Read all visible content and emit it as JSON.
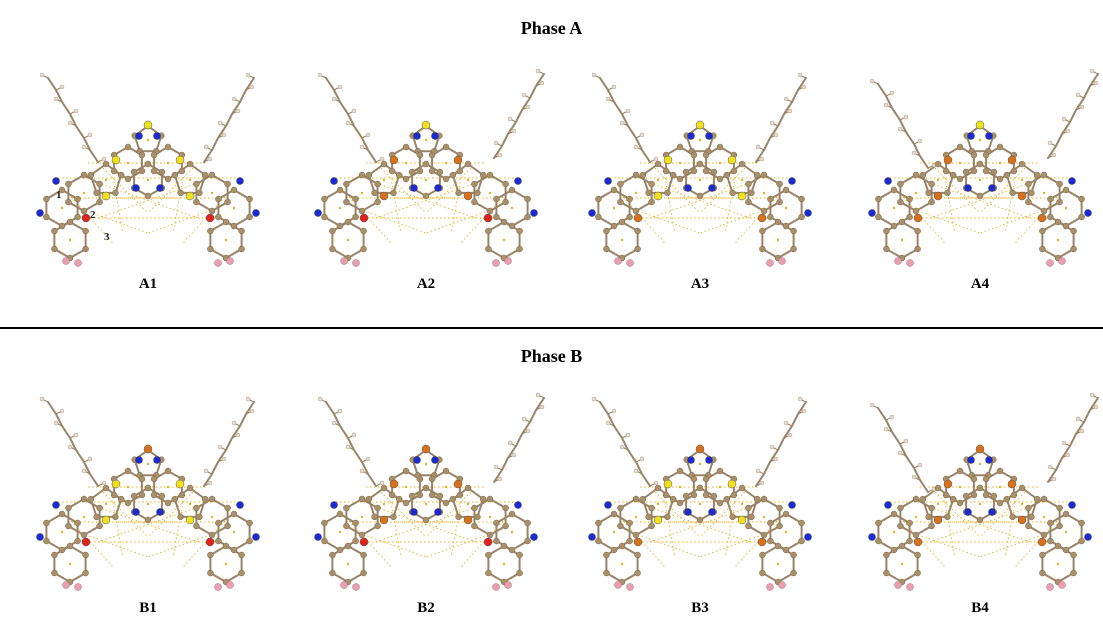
{
  "phases": [
    {
      "title": "Phase A",
      "panels": [
        {
          "label": "A1",
          "ring_atom": "S",
          "core_atom": "S",
          "side_atom": "O",
          "annotations": [
            "1",
            "2",
            "3"
          ]
        },
        {
          "label": "A2",
          "ring_atom": "S",
          "core_atom": "Se",
          "side_atom": "O"
        },
        {
          "label": "A3",
          "ring_atom": "S",
          "core_atom": "S",
          "side_atom": "Se"
        },
        {
          "label": "A4",
          "ring_atom": "S",
          "core_atom": "Se",
          "side_atom": "Se"
        }
      ]
    },
    {
      "title": "Phase B",
      "panels": [
        {
          "label": "B1",
          "ring_atom": "Se",
          "core_atom": "S",
          "side_atom": "O"
        },
        {
          "label": "B2",
          "ring_atom": "Se",
          "core_atom": "Se",
          "side_atom": "O"
        },
        {
          "label": "B3",
          "ring_atom": "Se",
          "core_atom": "S",
          "side_atom": "Se"
        },
        {
          "label": "B4",
          "ring_atom": "Se",
          "core_atom": "Se",
          "side_atom": "Se"
        }
      ]
    }
  ],
  "atom_colors": {
    "C": "#a8906a",
    "H": "#e8ddd0",
    "N": "#1a2ad6",
    "O": "#e0241c",
    "S": "#f0e020",
    "Se": "#d8701c",
    "F": "#e8a0b0",
    "bond": "#9a8468",
    "interaction": "#e8b020"
  }
}
